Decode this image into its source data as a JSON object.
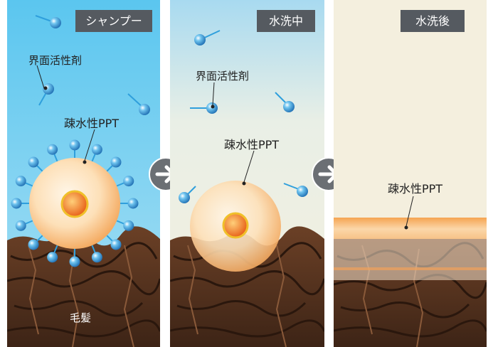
{
  "panels": [
    {
      "tag": "シャンプー",
      "surfactant_label": "界面活性剤",
      "ppt_label": "疎水性PPT",
      "hair_label": "毛髪"
    },
    {
      "tag": "水洗中",
      "surfactant_label": "界面活性剤",
      "ppt_label": "疎水性PPT"
    },
    {
      "tag": "水洗後",
      "ppt_label": "疎水性PPT"
    }
  ],
  "icons": {
    "step_arrow": "arrow-right-circle-icon"
  },
  "colors": {
    "shampoo_bg": "#5cc8ee",
    "rinse_bg": "#f3efdf",
    "tag_bg": "#555a60",
    "ppt_orange": "#f4a45e",
    "surfactant_blue": "#2f9fdc",
    "hair_brown": "#5a3522"
  }
}
